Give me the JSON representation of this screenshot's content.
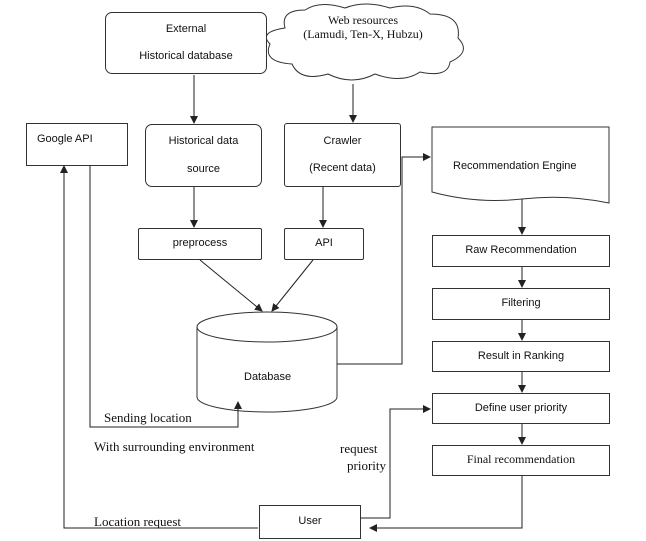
{
  "nodes": {
    "external_db": {
      "line1": "External",
      "line2": "Historical database"
    },
    "web_resources": {
      "line1": "Web resources",
      "line2": "(Lamudi, Ten-X, Hubzu)"
    },
    "google_api": {
      "label": "Google API"
    },
    "historical_source": {
      "line1": "Historical data",
      "line2": "source"
    },
    "crawler": {
      "line1": "Crawler",
      "line2": "(Recent data)"
    },
    "recommendation_engine": {
      "label": "Recommendation Engine"
    },
    "preprocess": {
      "label": "preprocess"
    },
    "api": {
      "label": "API"
    },
    "raw_recommendation": {
      "label": "Raw Recommendation"
    },
    "filtering": {
      "label": "Filtering"
    },
    "database": {
      "label": "Database"
    },
    "result_ranking": {
      "label": "Result in Ranking"
    },
    "define_priority": {
      "label": "Define user priority"
    },
    "final_recommendation": {
      "label": "Final recommendation"
    },
    "user": {
      "label": "User"
    }
  },
  "edge_labels": {
    "sending_location": "Sending location",
    "with_surrounding": "With surrounding environment",
    "request_priority_1": "request",
    "request_priority_2": "priority",
    "location_request": "Location request"
  }
}
